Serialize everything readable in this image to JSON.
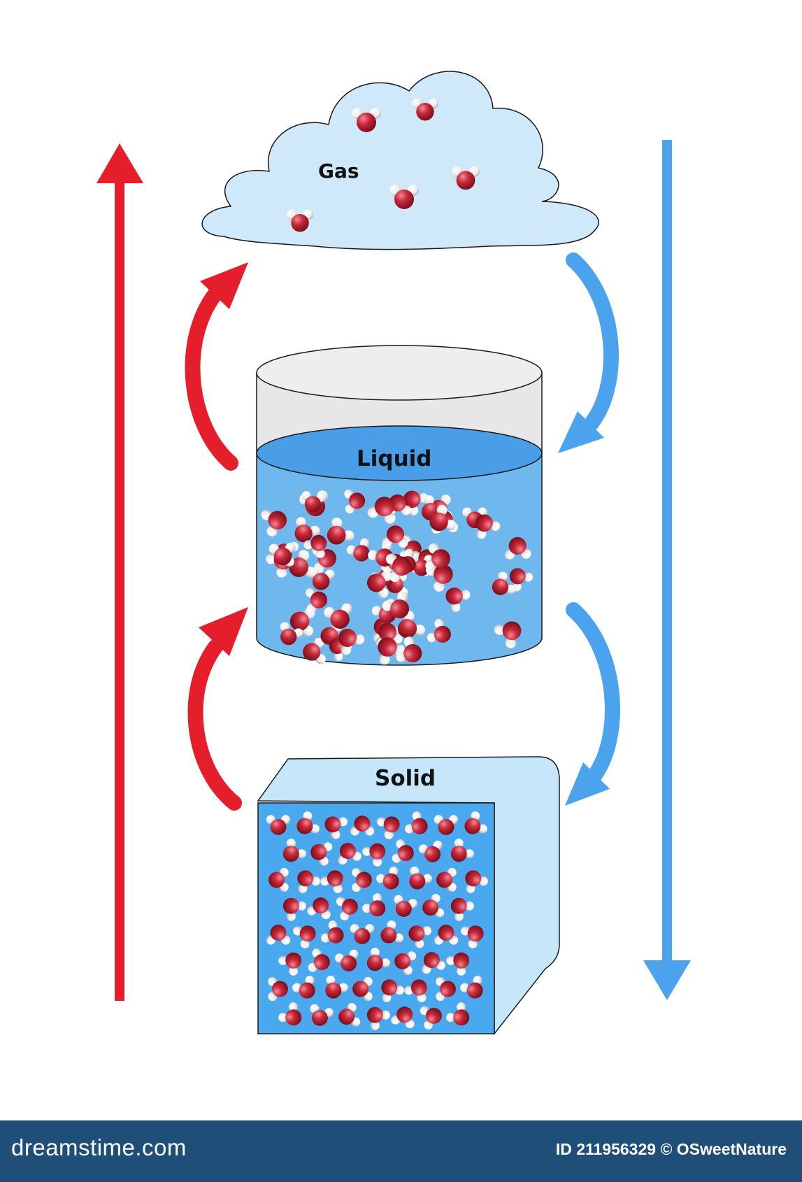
{
  "phases": {
    "gas": "Gas",
    "liquid": "Liquid",
    "solid": "Solid"
  },
  "colors": {
    "heating_arrow": "#e41e2b",
    "cooling_arrow": "#4aa3ec",
    "cloud_fill": "#cfe9fa",
    "water_fill": "#6fb8ee",
    "ice_front": "#4aa8ee",
    "ice_side": "#c6e7fa",
    "oxygen": "#c22232",
    "hydrogen": "#f3f3f3",
    "footer_bg": "#1f4e78"
  },
  "footer": {
    "brand": "dreamstime.com",
    "id_text": "ID 211956329 © OSweetNature"
  }
}
